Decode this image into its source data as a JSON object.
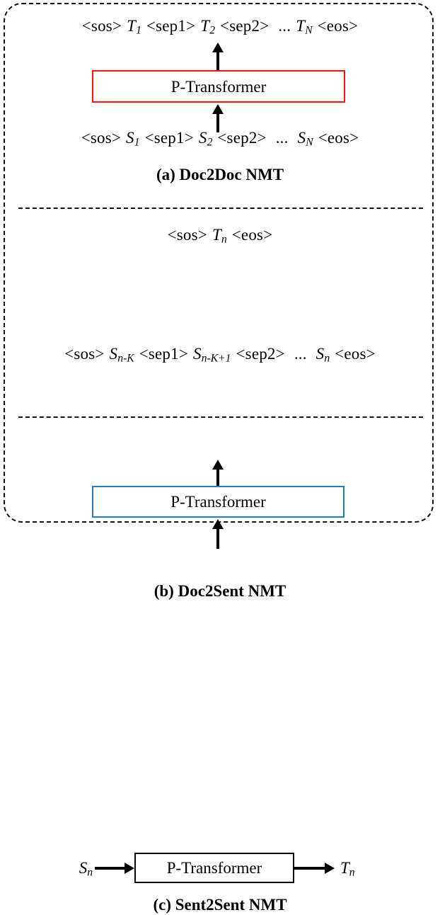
{
  "figure": {
    "title_implicit": "Comparison of document-level NMT paradigms",
    "colors": {
      "panel_a_box_border": "#fc1207",
      "panel_b_box_border": "#1f7ec4",
      "panel_c_box_border": "#000000",
      "frame": "#111111",
      "arrow": "#000000",
      "background": "#ffffff"
    }
  },
  "panels": [
    {
      "id": "a",
      "caption": "(a) Doc2Doc NMT",
      "output_sequence": {
        "raw": "<sos> T1 <sep1> T2 <sep2> ... TN <eos>",
        "tokens": [
          {
            "type": "special",
            "text": "<sos>"
          },
          {
            "type": "var",
            "base": "T",
            "sub": "1"
          },
          {
            "type": "special",
            "text": "<sep1>"
          },
          {
            "type": "var",
            "base": "T",
            "sub": "2"
          },
          {
            "type": "special",
            "text": "<sep2>"
          },
          {
            "type": "ellipsis",
            "text": "..."
          },
          {
            "type": "var",
            "base": "T",
            "sub": "N"
          },
          {
            "type": "special",
            "text": "<eos>"
          }
        ]
      },
      "input_sequence": {
        "raw": "<sos> S1 <sep1> S2 <sep2> ... SN <eos>",
        "tokens": [
          {
            "type": "special",
            "text": "<sos>"
          },
          {
            "type": "var",
            "base": "S",
            "sub": "1"
          },
          {
            "type": "special",
            "text": "<sep1>"
          },
          {
            "type": "var",
            "base": "S",
            "sub": "2"
          },
          {
            "type": "special",
            "text": "<sep2>"
          },
          {
            "type": "ellipsis",
            "text": "..."
          },
          {
            "type": "var",
            "base": "S",
            "sub": "N"
          },
          {
            "type": "special",
            "text": "<eos>"
          }
        ]
      },
      "model_box_label": "P-Transformer",
      "model_box_border_color": "#fc1207",
      "arrows": [
        "up-into-box",
        "up-out-of-box"
      ]
    },
    {
      "id": "b",
      "caption": "(b) Doc2Sent NMT",
      "output_sequence": {
        "raw": "<sos> Tn <eos>",
        "tokens": [
          {
            "type": "special",
            "text": "<sos>"
          },
          {
            "type": "var",
            "base": "T",
            "sub": "n"
          },
          {
            "type": "special",
            "text": "<eos>"
          }
        ]
      },
      "input_sequence": {
        "raw": "<sos> Sn-K <sep1> Sn-K+1 <sep2> ... Sn <eos>",
        "tokens": [
          {
            "type": "special",
            "text": "<sos>"
          },
          {
            "type": "var",
            "base": "S",
            "sub": "n-K"
          },
          {
            "type": "special",
            "text": "<sep1>"
          },
          {
            "type": "var",
            "base": "S",
            "sub": "n-K+1"
          },
          {
            "type": "special",
            "text": "<sep2>"
          },
          {
            "type": "ellipsis",
            "text": "..."
          },
          {
            "type": "var",
            "base": "S",
            "sub": "n"
          },
          {
            "type": "special",
            "text": "<eos>"
          }
        ]
      },
      "model_box_label": "P-Transformer",
      "model_box_border_color": "#1f7ec4",
      "arrows": [
        "up-into-box",
        "up-out-of-box"
      ]
    },
    {
      "id": "c",
      "caption": "(c) Sent2Sent NMT",
      "source_label": {
        "base": "S",
        "sub": "n"
      },
      "target_label": {
        "base": "T",
        "sub": "n"
      },
      "model_box_label": "P-Transformer",
      "model_box_border_color": "#000000",
      "arrows": [
        "right-into-box",
        "right-out-of-box"
      ]
    }
  ],
  "labels": {
    "sos": "<sos>",
    "eos": "<eos>",
    "sep1": "<sep1>",
    "sep2": "<sep2>",
    "ellipsis": "..."
  }
}
